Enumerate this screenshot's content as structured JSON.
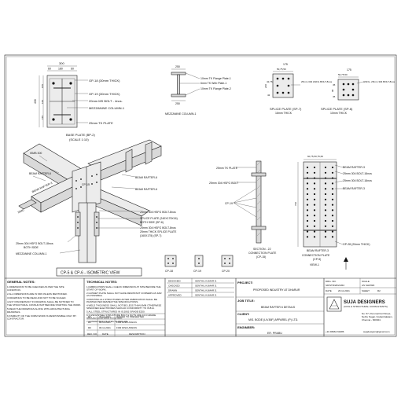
{
  "baseplate_plan": {
    "dims": [
      "300",
      "60",
      "180",
      "60",
      "430",
      "155",
      "160",
      "155"
    ],
    "callouts": [
      "GP-18 (30mm THICK)",
      "GP-19 (30mm THICK)",
      "20mm MS BOLT - 4nos.",
      "MEZZANINE COLUMN-1",
      "25mm TK PLATE"
    ],
    "title": "BASE PLATE (BP-2)",
    "scale": "(SCALE 1:10)"
  },
  "column_section": {
    "callouts": [
      "10mm TK Flange Plate-1",
      "6mm TK Web Plate-1",
      "10mm TK Flange Plate-2"
    ],
    "dims": [
      "250",
      "250"
    ],
    "title": "MEZZANINE COLUMN-1"
  },
  "splice_sp7": {
    "dims": [
      "175",
      "50,75,50",
      "240",
      "42,76",
      "42"
    ],
    "bolt_note": "25mm 304 HSFG BOLT-8nos",
    "title": "SPLICE PLATE (SP-7)",
    "subtitle": "16mm THICK"
  },
  "splice_sp6": {
    "dims": [
      "175",
      "50,75,50",
      "90",
      "45",
      "45"
    ],
    "bolt_note": "HSFG- 25mm 304 BOLT-8nos",
    "title": "SPLICE PLATE (SP-6)",
    "subtitle": "10mm THICK"
  },
  "isometric": {
    "labels": [
      "ISMB 300",
      "BEAM RAFTER-6",
      "BEAM RAFTER-6",
      "BEAM RAFTER-6",
      "BEAM RAFTER-3",
      "CP-15",
      "25mm 304 HSFG BOLT-8nos",
      "SPLICE PLATE (240X175X16)",
      "BOTH SIDE (SP-6)",
      "25mm 304 HSFG BOLT-8nos",
      "25mm THICK SPLICE PLATE",
      "(160X175) (SP-7)",
      "25mm 304 HSFG BOLT-18nos",
      "BOTH SIDE",
      "MEZZANINE COLUMN-1",
      "ISMC"
    ],
    "title": "CP-5 & CP-6 - ISOMETRIC VIEW"
  },
  "cp_section": {
    "labels": [
      "25mm TK PLATE",
      "25mm 304 HSFG BOLT",
      "CP-19"
    ],
    "title": "SECTION - 22",
    "subtitle": "CONNECTION PLATE",
    "ref": "(CP-15)"
  },
  "cp_elevation": {
    "labels": [
      "BEAM RAFTER-3",
      "25mm 304 BOLT-16nos",
      "25mm 304 BOLT-16nos",
      "BEAM RAFTER-3",
      "GP-28 (20mm THICK)",
      "BEAM RAFTER-3"
    ],
    "top_dims": "60,75,50,75,60",
    "side_dims": "720",
    "title": "CONNECTION PLATE",
    "ref": "(CP-5)",
    "view": "VIEW-1"
  },
  "small_plates": [
    "CP-18",
    "CP-19",
    "CP-20"
  ],
  "general_notes": {
    "heading": "GENERAL NOTES:",
    "items": [
      "1.DIMENSIONS TO BE CHECKED AS PER THE SITE CONDITION.",
      "2.ALL DIMENSIONS ARE IN MM UNLESS MENTIONED.",
      "3.DRAWINGS TO BE READ AND NOT TO BE SCALED.",
      "4.ANY DISCREPANCY IN DRAWING SHALL BE NOTIFIED TO THE STRUCTURAL CONSULTANT BEFORE STARTING THE WORK.",
      "5.READ THE DRAWINGS ALONG WITH ARCHITECTURAL DRAWINGS.",
      "6.STABILITY OF THE FORM WORK IS RESPONSIBLE ONLY BY CONTRACTOR."
    ]
  },
  "technical_notes": {
    "heading": "TECHNICAL NOTES:",
    "items": [
      "1.FABRICATORS SHALL CHECK DIMENSION AT SITE BEFORE THE START OF WORK.",
      "2.GUSSET PLATE SHALL NOT HAVE RESISTANT CORNERS AS FAR AS POSSIBLE.",
      "3.PAINTING ALL STRUCTURES AFTER FABRICATION SHALL BE PAINTED PER RESPECTIVE SPECIFICATIONS.",
      "4.WELD THICKNESS SHALL NOT BE LESS THAN 6MM OTHERWISE SPECIFIED ELECTRODES SHOULD CONFORMITY TO IS:814.",
      "5.ALL STEEL STRUCTURES IN IS:2062 GRADE E250.",
      "6.3 HSFG STEEL STRUCTURE BOLT & NUTS ARE 10.9 GRADE SHOULD CONFORM TO IS:4000.",
      "7.CONNECTION PLATES AS PER 200."
    ]
  },
  "revisions": {
    "rows": [
      {
        "no": "R2",
        "date": "26.11.2021",
        "desc": "ISSUED TO PRESENTED"
      },
      {
        "no": "R1",
        "date": "06.11.2021",
        "desc": "FOR DISCUSSION"
      },
      {
        "no": "R0",
        "date": "06.11.2021",
        "desc": "FOR DISCUSSION"
      }
    ],
    "headers": [
      "REV. NO.",
      "DATE",
      "DESCRIPTION"
    ]
  },
  "title_block": {
    "project_label": "PROJECT:",
    "project": "PROPOSED INDUSTRY AT DHARUR",
    "job_title_label": "JOB TITLE:",
    "job_title": "BEAM RAFTER 6 DETAILS",
    "client_label": "CLIENT:",
    "client": "M/S. BODE (LIV.BIF) APPAREL (P) LTD.",
    "engineer_label": "ENGINEER:",
    "engineer": "ER. PRABU",
    "sign_rows": [
      "DESIGNED",
      "CHECKED",
      "DRAWN",
      "APPROVED"
    ],
    "sign_names": [
      "SENTHIL KUMAR D.",
      "SENTHIL KUMAR D.",
      "SENTHIL KUMAR D.",
      "SENTHIL KUMAR D."
    ],
    "drg_label": "DRG. NO.",
    "drg_no": "SD/STR/20/21/R2",
    "scale_label": "SCALE",
    "scale": "AS SHOWN",
    "date_label": "DATE",
    "date": "26.11.2021",
    "sheet_label": "SHEET",
    "sheet": "R2"
  },
  "firm": {
    "name": "SUJA DESIGNERS",
    "tagline": "(CIVIL & STRUCTURAL CONSULTANTS)",
    "address": [
      "No. 57, Perumal Koil Street,",
      "Nehru Nagar, Kodambakkam,",
      "Chennai - 600024."
    ],
    "phone": "+91 96962 63486",
    "email": "sujadesignrs@gmail.com"
  },
  "colors": {
    "ink": "#222222",
    "plate_fill": "#d9d9d9",
    "paper": "#ffffff"
  }
}
